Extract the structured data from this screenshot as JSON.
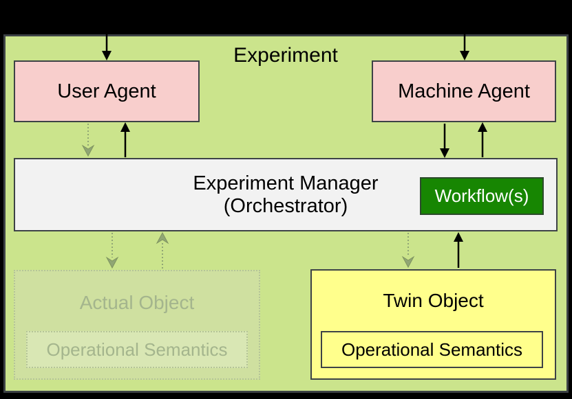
{
  "diagram": {
    "title": "Experiment",
    "nodes": {
      "user_agent": {
        "label": "User Agent"
      },
      "machine_agent": {
        "label": "Machine Agent"
      },
      "experiment_manager": {
        "line1": "Experiment Manager",
        "line2": "(Orchestrator)"
      },
      "workflow": {
        "label": "Workflow(s)"
      },
      "actual_object": {
        "label": "Actual Object",
        "semantics_label": "Operational Semantics"
      },
      "twin_object": {
        "label": "Twin Object",
        "semantics_label": "Operational Semantics"
      }
    },
    "colors": {
      "canvas_green": "#cbe48c",
      "box_pink": "#f8cecc",
      "box_gray": "#f2f2f2",
      "workflow_green": "#178602",
      "box_yellow": "#ffff8c",
      "faded_fill": "#cfe0a0",
      "faded_inner_fill": "#d9e7b4",
      "faded_text": "#a4b58d",
      "faded_border": "#b4c497",
      "faded_arrow": "#90a674",
      "border_dark": "#3d4246",
      "arrow_black": "#000000",
      "page_black": "#000000"
    }
  }
}
